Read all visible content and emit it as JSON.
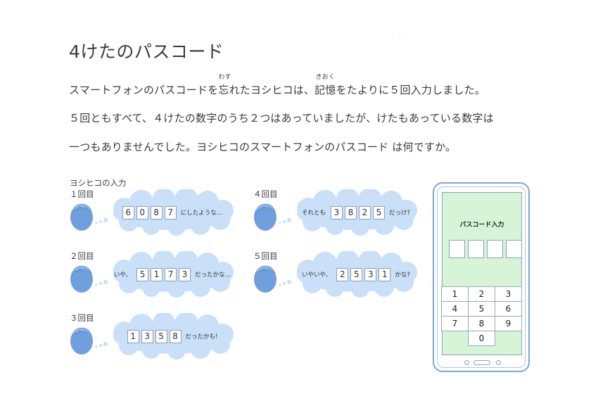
{
  "title": "4けたのパスコード",
  "paragraph": {
    "line1": {
      "before": "スマートフォンのパスコードを",
      "ruby1": {
        "base": "忘",
        "reading": "わす"
      },
      "middle": "れたヨシヒコは、",
      "ruby2": {
        "base": "記憶",
        "reading": "きおく"
      },
      "after": "をたよりに５回入力しました。"
    },
    "line2": "５回ともすべて、４けたの数字のうち２つはあっていましたが、けたもあっている数字は",
    "line3": "一つもありませんでした。ヨシヒコのスマートフォンのパスコード は何ですか。"
  },
  "attempts_caption": "ヨシヒコの入力",
  "attempts": [
    {
      "label": "１回目",
      "pre": "",
      "digits": [
        "6",
        "0",
        "8",
        "7"
      ],
      "post": "にしたような…"
    },
    {
      "label": "２回目",
      "pre": "いや、",
      "digits": [
        "5",
        "1",
        "7",
        "3"
      ],
      "post": "だったかな…"
    },
    {
      "label": "３回目",
      "pre": "",
      "digits": [
        "1",
        "3",
        "5",
        "8"
      ],
      "post": "だったかも!"
    },
    {
      "label": "４回目",
      "pre": "それとも",
      "digits": [
        "3",
        "8",
        "2",
        "5"
      ],
      "post": "だっけ?"
    },
    {
      "label": "５回目",
      "pre": "いやいや、",
      "digits": [
        "2",
        "5",
        "3",
        "1"
      ],
      "post": "かな?"
    }
  ],
  "phone": {
    "screen_title": "パスコード入力",
    "keys": [
      "1",
      "2",
      "3",
      "4",
      "5",
      "6",
      "7",
      "8",
      "9",
      "0"
    ]
  },
  "colors": {
    "cloud": "#c9e0f8",
    "person": "#6f9fdc",
    "screen": "#d6f5d6",
    "phone_border": "#7aa6d6"
  }
}
